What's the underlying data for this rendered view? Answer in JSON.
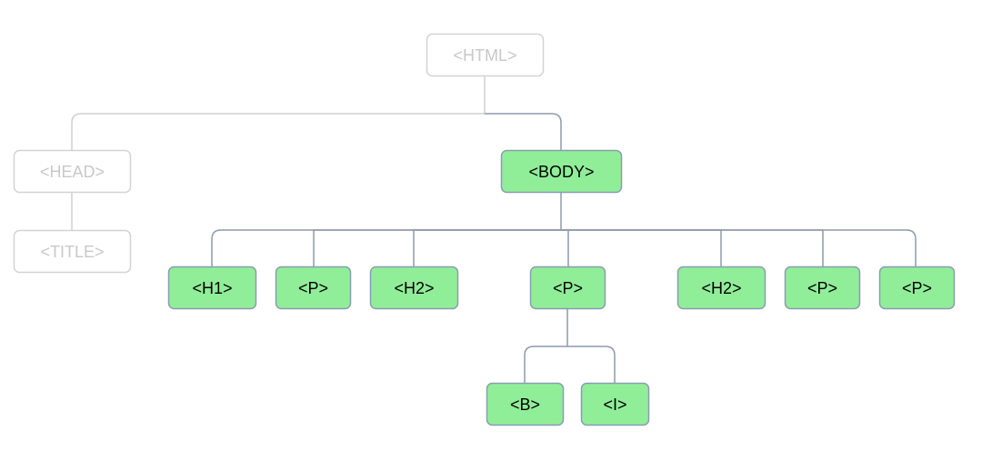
{
  "colors": {
    "active_fill": "#90ee98",
    "active_stroke": "#8a9db1",
    "active_text": "#000000",
    "active_edge": "#8e9aab",
    "inactive_fill": "#ffffff",
    "inactive_stroke": "#d3d3d3",
    "inactive_text": "#c8c8c8",
    "inactive_edge": "#d0d0d0"
  },
  "nodes": [
    {
      "id": "html",
      "label": "<HTML>",
      "state": "inactive",
      "parent": null
    },
    {
      "id": "head",
      "label": "<HEAD>",
      "state": "inactive",
      "parent": "html"
    },
    {
      "id": "title",
      "label": "<TITLE>",
      "state": "inactive",
      "parent": "head"
    },
    {
      "id": "body",
      "label": "<BODY>",
      "state": "active",
      "parent": "html"
    },
    {
      "id": "h1",
      "label": "<H1>",
      "state": "active",
      "parent": "body"
    },
    {
      "id": "p1",
      "label": "<P>",
      "state": "active",
      "parent": "body"
    },
    {
      "id": "h2a",
      "label": "<H2>",
      "state": "active",
      "parent": "body"
    },
    {
      "id": "p2",
      "label": "<P>",
      "state": "active",
      "parent": "body"
    },
    {
      "id": "h2b",
      "label": "<H2>",
      "state": "active",
      "parent": "body"
    },
    {
      "id": "p3",
      "label": "<P>",
      "state": "active",
      "parent": "body"
    },
    {
      "id": "p4",
      "label": "<P>",
      "state": "active",
      "parent": "body"
    },
    {
      "id": "b",
      "label": "<B>",
      "state": "active",
      "parent": "p2"
    },
    {
      "id": "i",
      "label": "<I>",
      "state": "active",
      "parent": "p2"
    }
  ]
}
